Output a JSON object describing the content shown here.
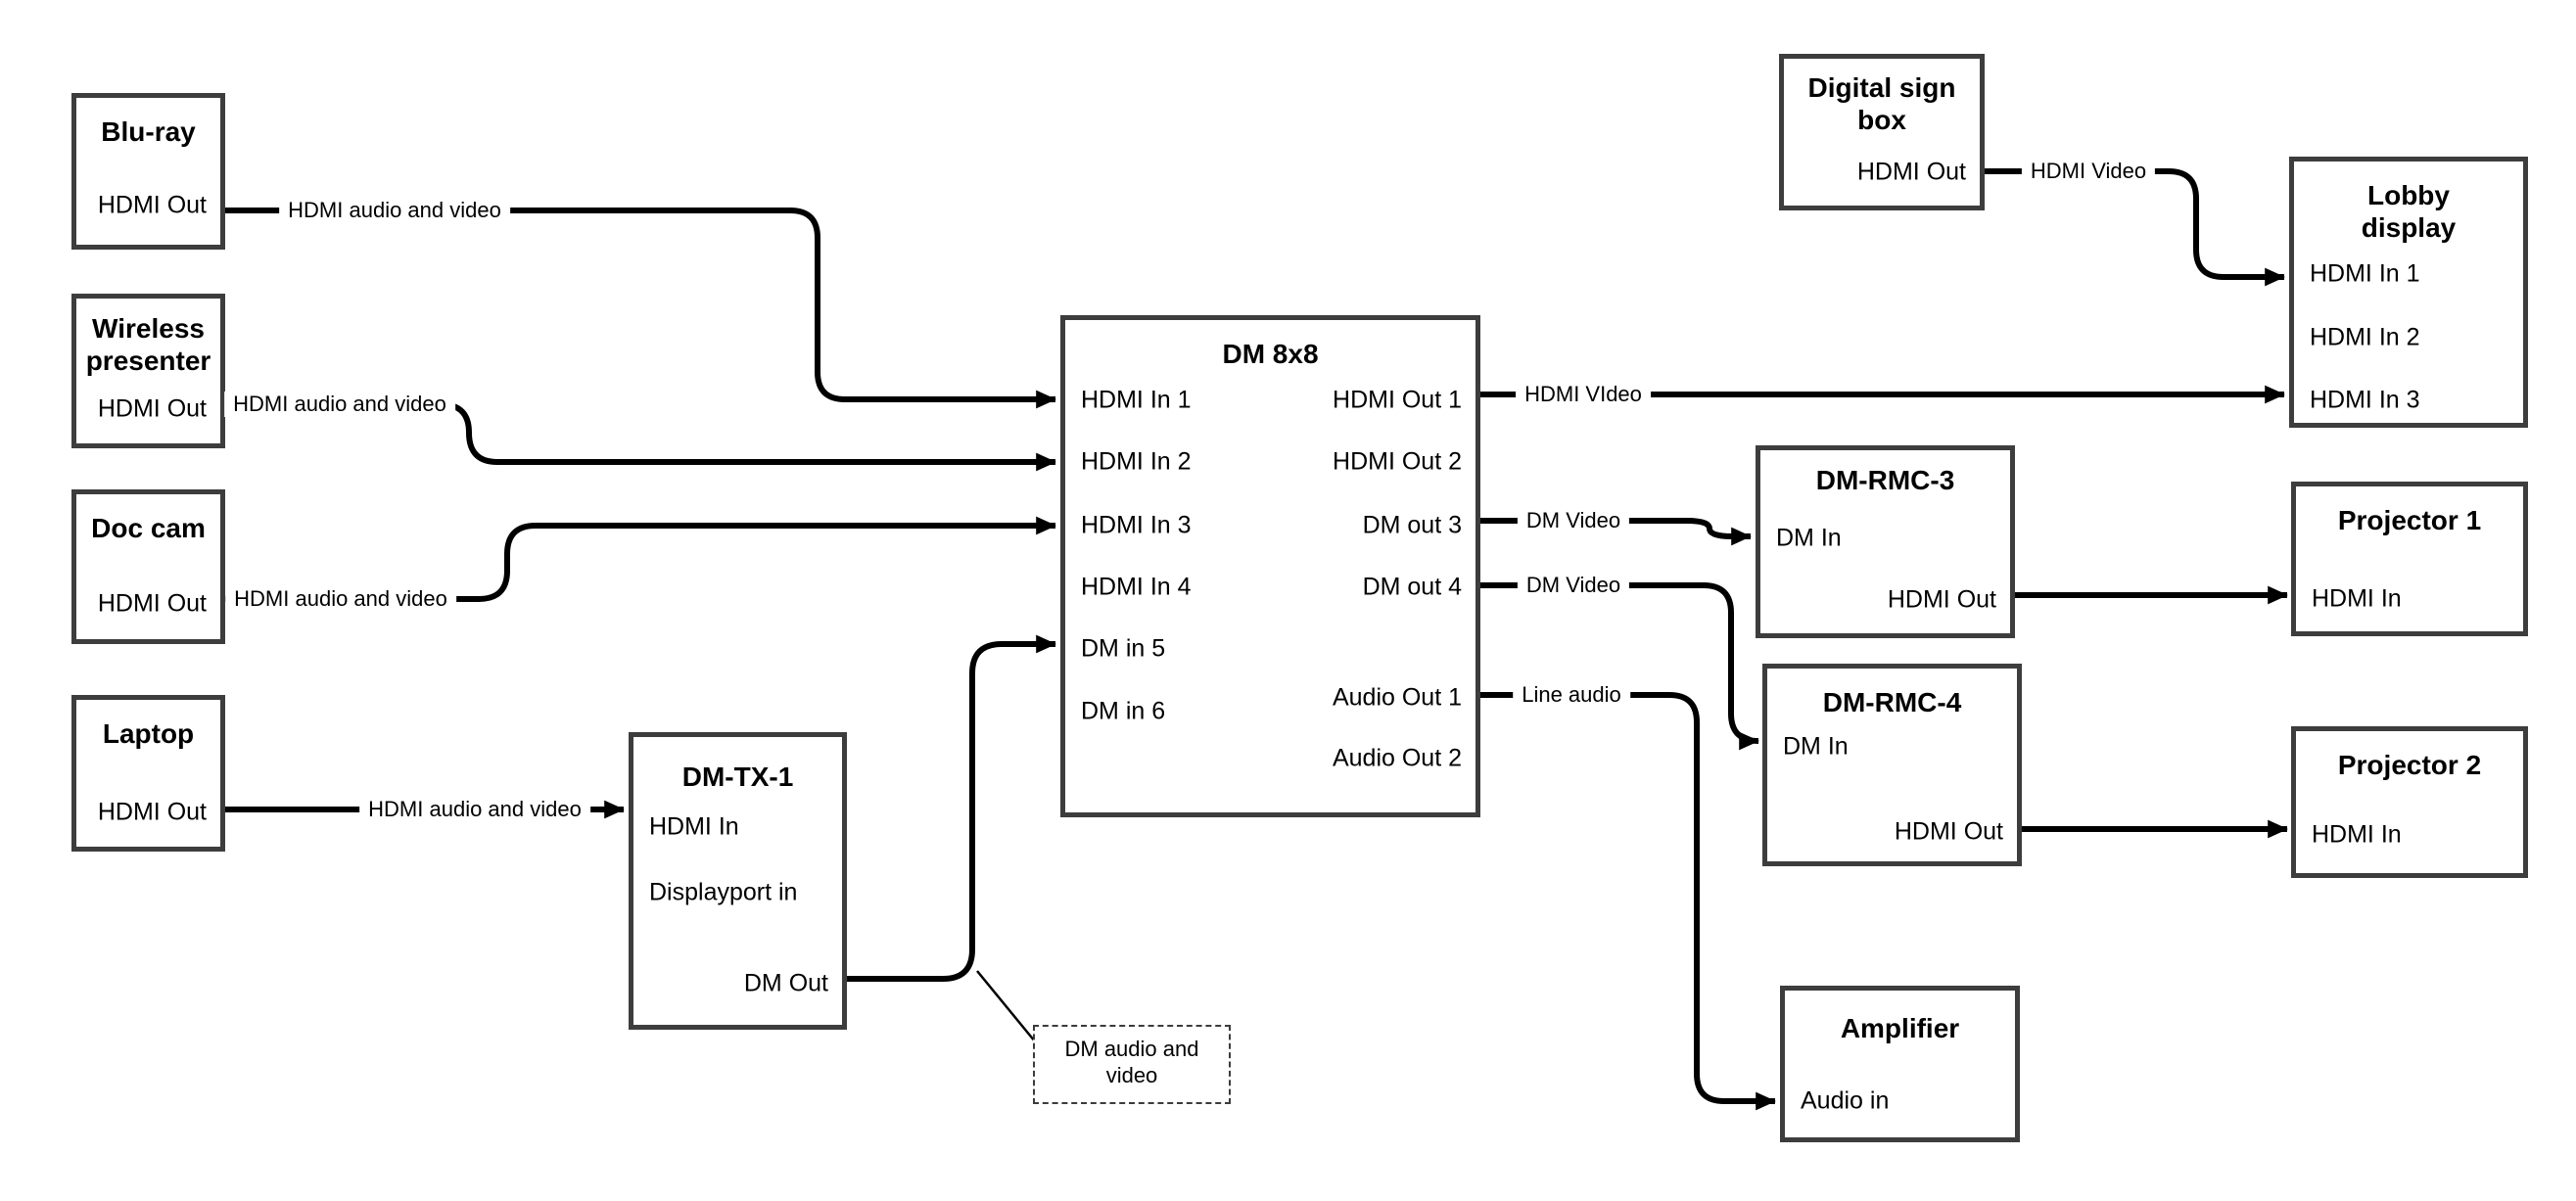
{
  "diagram": {
    "nodes": {
      "bluray": {
        "title": "Blu-ray",
        "ports": {
          "hdmi_out": "HDMI Out"
        }
      },
      "wireless_presenter": {
        "title": "Wireless presenter",
        "ports": {
          "hdmi_out": "HDMI Out"
        }
      },
      "doc_cam": {
        "title": "Doc cam",
        "ports": {
          "hdmi_out": "HDMI Out"
        }
      },
      "laptop": {
        "title": "Laptop",
        "ports": {
          "hdmi_out": "HDMI Out"
        }
      },
      "dm_tx_1": {
        "title": "DM-TX-1",
        "ports": {
          "hdmi_in": "HDMI In",
          "displayport_in": "Displayport in",
          "dm_out": "DM Out"
        }
      },
      "dm_8x8": {
        "title": "DM 8x8",
        "ports": {
          "hdmi_in_1": "HDMI In 1",
          "hdmi_in_2": "HDMI In 2",
          "hdmi_in_3": "HDMI In 3",
          "hdmi_in_4": "HDMI In 4",
          "dm_in_5": "DM in 5",
          "dm_in_6": "DM in 6",
          "hdmi_out_1": "HDMI Out 1",
          "hdmi_out_2": "HDMI Out 2",
          "dm_out_3": "DM out 3",
          "dm_out_4": "DM out 4",
          "audio_out_1": "Audio Out 1",
          "audio_out_2": "Audio Out 2"
        }
      },
      "digital_sign_box": {
        "title": "Digital sign box",
        "ports": {
          "hdmi_out": "HDMI Out"
        }
      },
      "lobby_display": {
        "title": "Lobby display",
        "ports": {
          "hdmi_in_1": "HDMI In 1",
          "hdmi_in_2": "HDMI In 2",
          "hdmi_in_3": "HDMI In 3"
        }
      },
      "dm_rmc_3": {
        "title": "DM-RMC-3",
        "ports": {
          "dm_in": "DM In",
          "hdmi_out": "HDMI Out"
        }
      },
      "projector_1": {
        "title": "Projector 1",
        "ports": {
          "hdmi_in": "HDMI In"
        }
      },
      "dm_rmc_4": {
        "title": "DM-RMC-4",
        "ports": {
          "dm_in": "DM In",
          "hdmi_out": "HDMI Out"
        }
      },
      "projector_2": {
        "title": "Projector 2",
        "ports": {
          "hdmi_in": "HDMI In"
        }
      },
      "amplifier": {
        "title": "Amplifier",
        "ports": {
          "audio_in": "Audio in"
        }
      }
    },
    "edge_labels": {
      "bluray_to_dm8x8": "HDMI audio and video",
      "wireless_to_dm8x8": "HDMI audio and video",
      "doccam_to_dm8x8": "HDMI audio and video",
      "laptop_to_dmtx1": "HDMI audio and video",
      "hdmiout1_to_lobby": "HDMI VIdeo",
      "sign_to_lobby": "HDMI Video",
      "dmout3_to_rmc3": "DM Video",
      "dmout4_to_rmc4": "DM Video",
      "audioout1_to_amp": "Line audio"
    },
    "annotation": {
      "text": "DM audio and video"
    },
    "colors": {
      "line": "#000000",
      "box_border": "#3d3d3d",
      "background": "#ffffff"
    }
  }
}
